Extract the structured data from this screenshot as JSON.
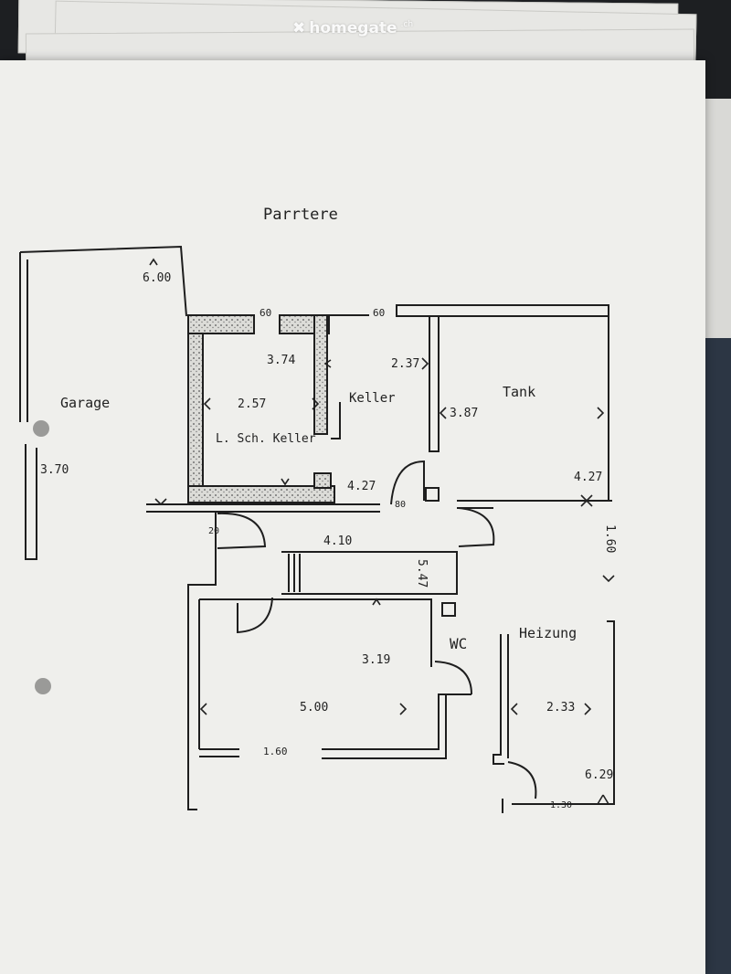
{
  "watermark": {
    "brand": "homegate",
    "tld": ".ch"
  },
  "plan": {
    "title": "Parrtere",
    "rooms": {
      "garage": "Garage",
      "lsch_keller": "L. Sch. Keller",
      "keller": "Keller",
      "tank": "Tank",
      "wc": "WC",
      "heizung": "Heizung"
    },
    "dims": {
      "garage_width": "6.00",
      "garage_depth": "3.70",
      "top_60a": "60",
      "top_60b": "60",
      "lsch_width": "3.74",
      "lsch_depth": "2.57",
      "keller_width": "2.37",
      "tank_depth": "3.87",
      "keller_bottom": "4.27",
      "tank_bottom": "4.27",
      "door_80": "80",
      "hall_20": "20",
      "hall_width": "4.10",
      "stair": "5.47",
      "right_side": "1.60",
      "room_upper": "3.19",
      "room_main": "5.00",
      "room_bottom": "1.60",
      "heizung_width": "2.33",
      "right_total": "6.29",
      "bottom_right": "1.30"
    }
  }
}
